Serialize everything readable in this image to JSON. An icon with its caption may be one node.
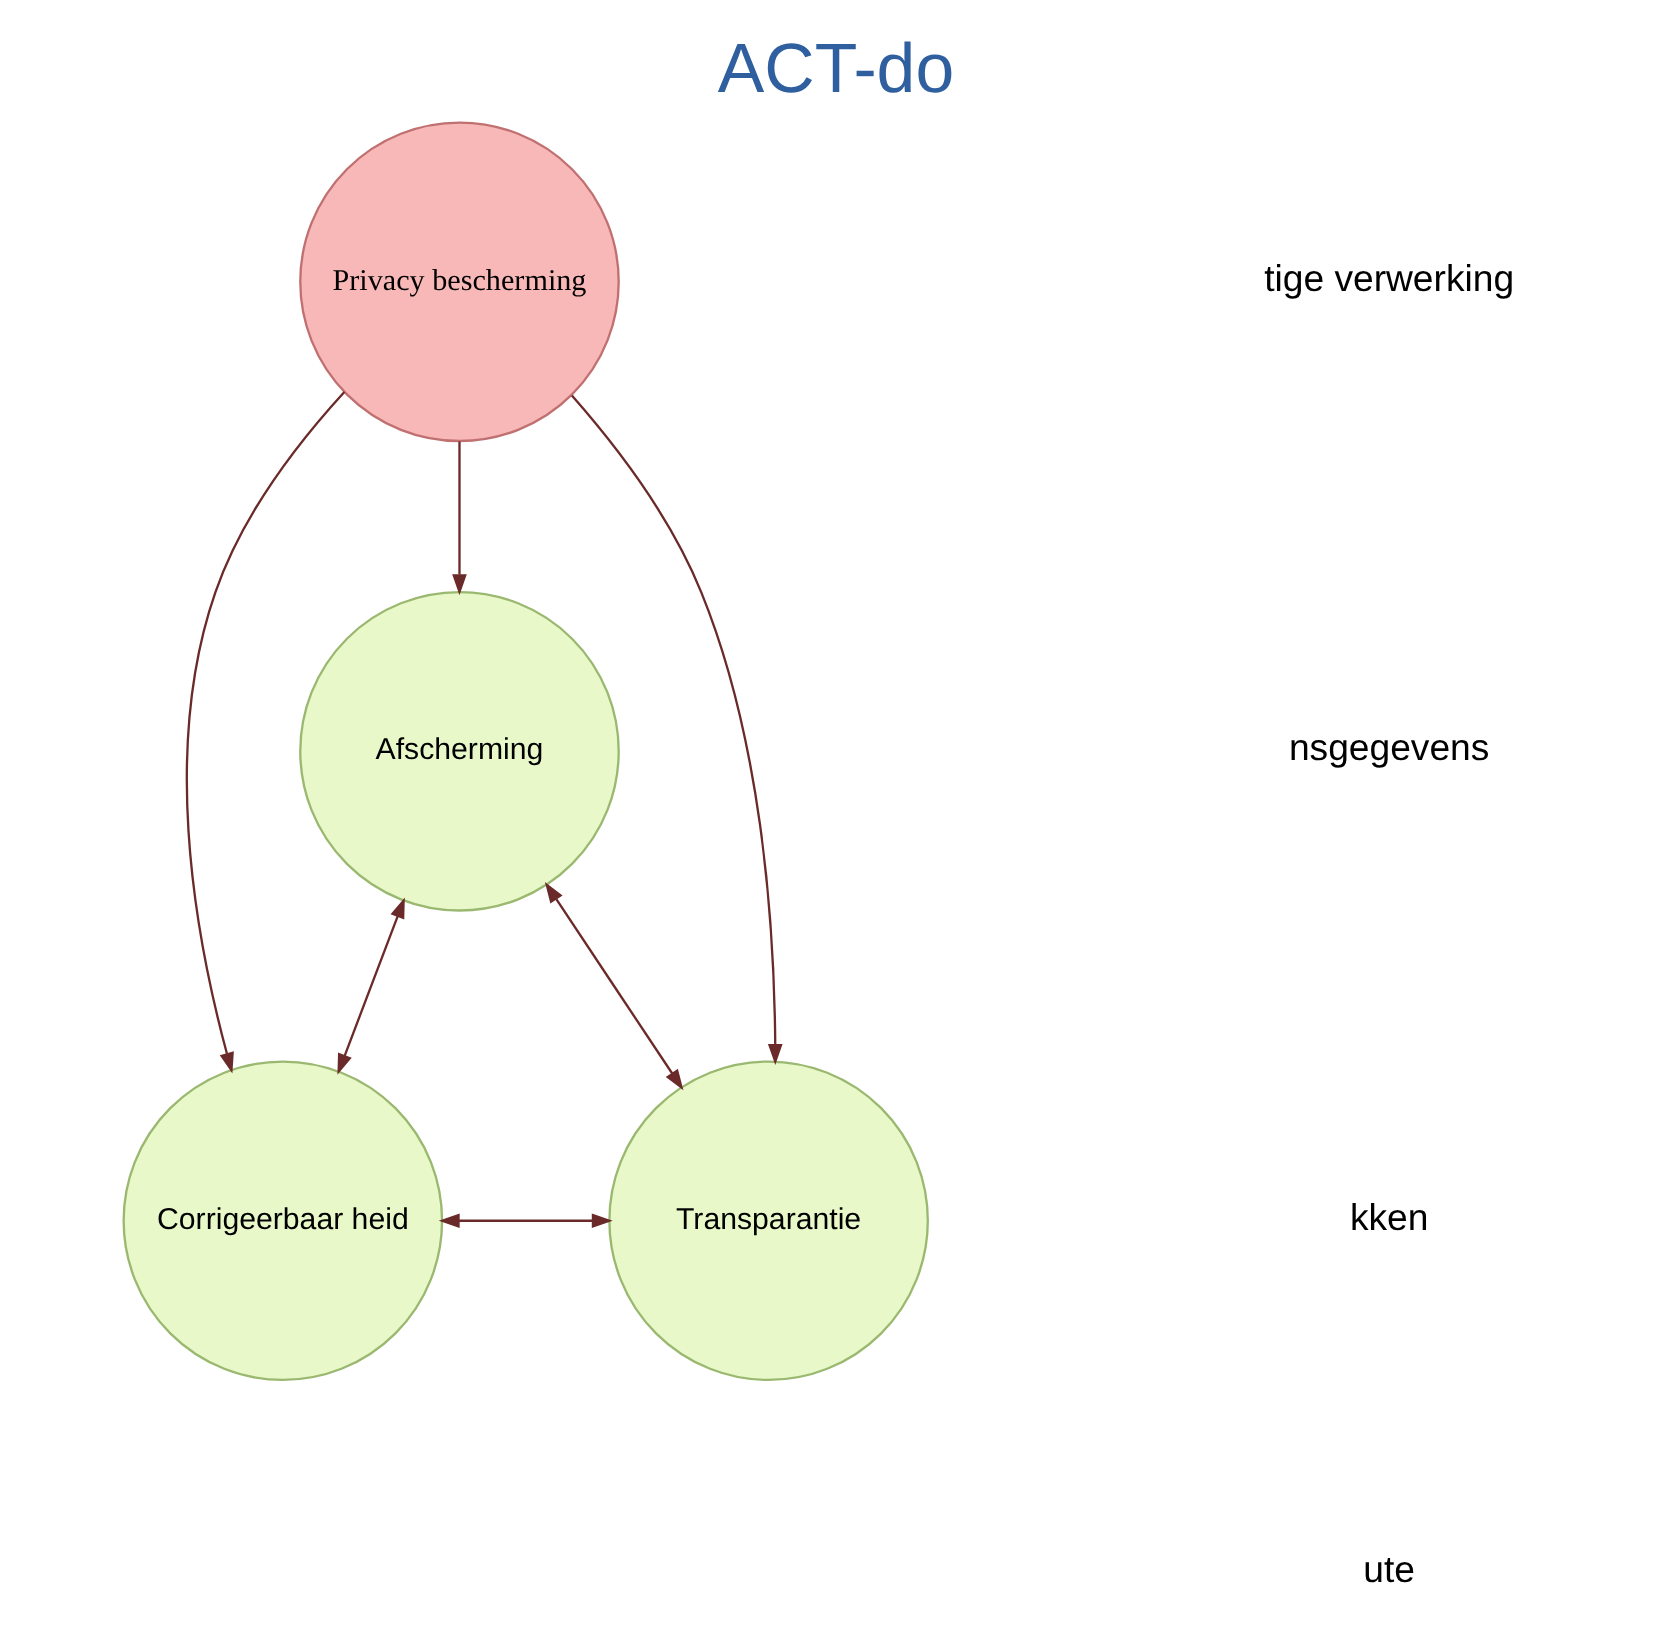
{
  "diagram": {
    "title": "ACT-do",
    "nodes": [
      {
        "text": [
          "Afscherming"
        ]
      },
      {
        "text": [
          "Privacy bescherming"
        ]
      },
      {
        "text": [
          "Corrigeerbaar heid"
        ]
      },
      {
        "text": [
          "Transparantie"
        ]
      }
    ],
    "edges": [
      {
        "from": 1,
        "to": 0,
        "arrow": "to"
      },
      {
        "from": 1,
        "to": 2,
        "arrow": "to"
      },
      {
        "from": 1,
        "to": 3,
        "arrow": "to"
      },
      {
        "from": 0,
        "to": 2,
        "arrow": "both"
      },
      {
        "from": 0,
        "to": 3,
        "arrow": "both"
      },
      {
        "from": 2,
        "to": 3,
        "arrow": "both"
      }
    ],
    "labels": [
      "tige verwerking",
      "nsgegevens",
      "kken",
      "ute"
    ]
  }
}
